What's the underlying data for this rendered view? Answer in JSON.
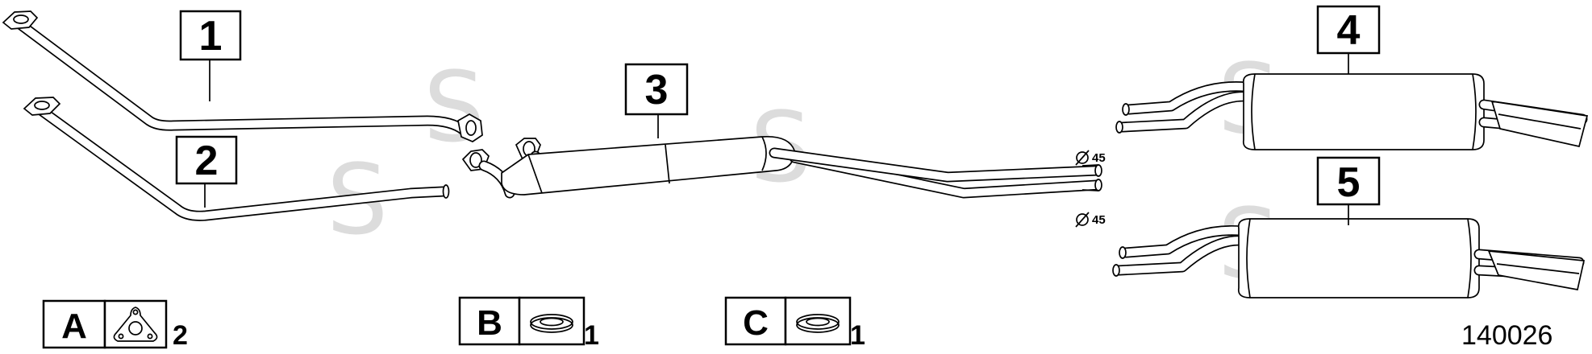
{
  "parts": [
    {
      "label": "1"
    },
    {
      "label": "2"
    },
    {
      "label": "3"
    },
    {
      "label": "4"
    },
    {
      "label": "5"
    }
  ],
  "dimensions": [
    {
      "text": "45"
    },
    {
      "text": "45"
    }
  ],
  "legend": [
    {
      "letter": "A",
      "qty": "2",
      "icon": "triangular-gasket-icon"
    },
    {
      "letter": "B",
      "qty": "1",
      "icon": "ring-gasket-icon"
    },
    {
      "letter": "C",
      "qty": "1",
      "icon": "ring-gasket-icon"
    }
  ],
  "watermark": "S",
  "drawing_number": "140026",
  "colors": {
    "line": "#000000",
    "watermark": "#dcdcdc",
    "background": "#ffffff"
  }
}
